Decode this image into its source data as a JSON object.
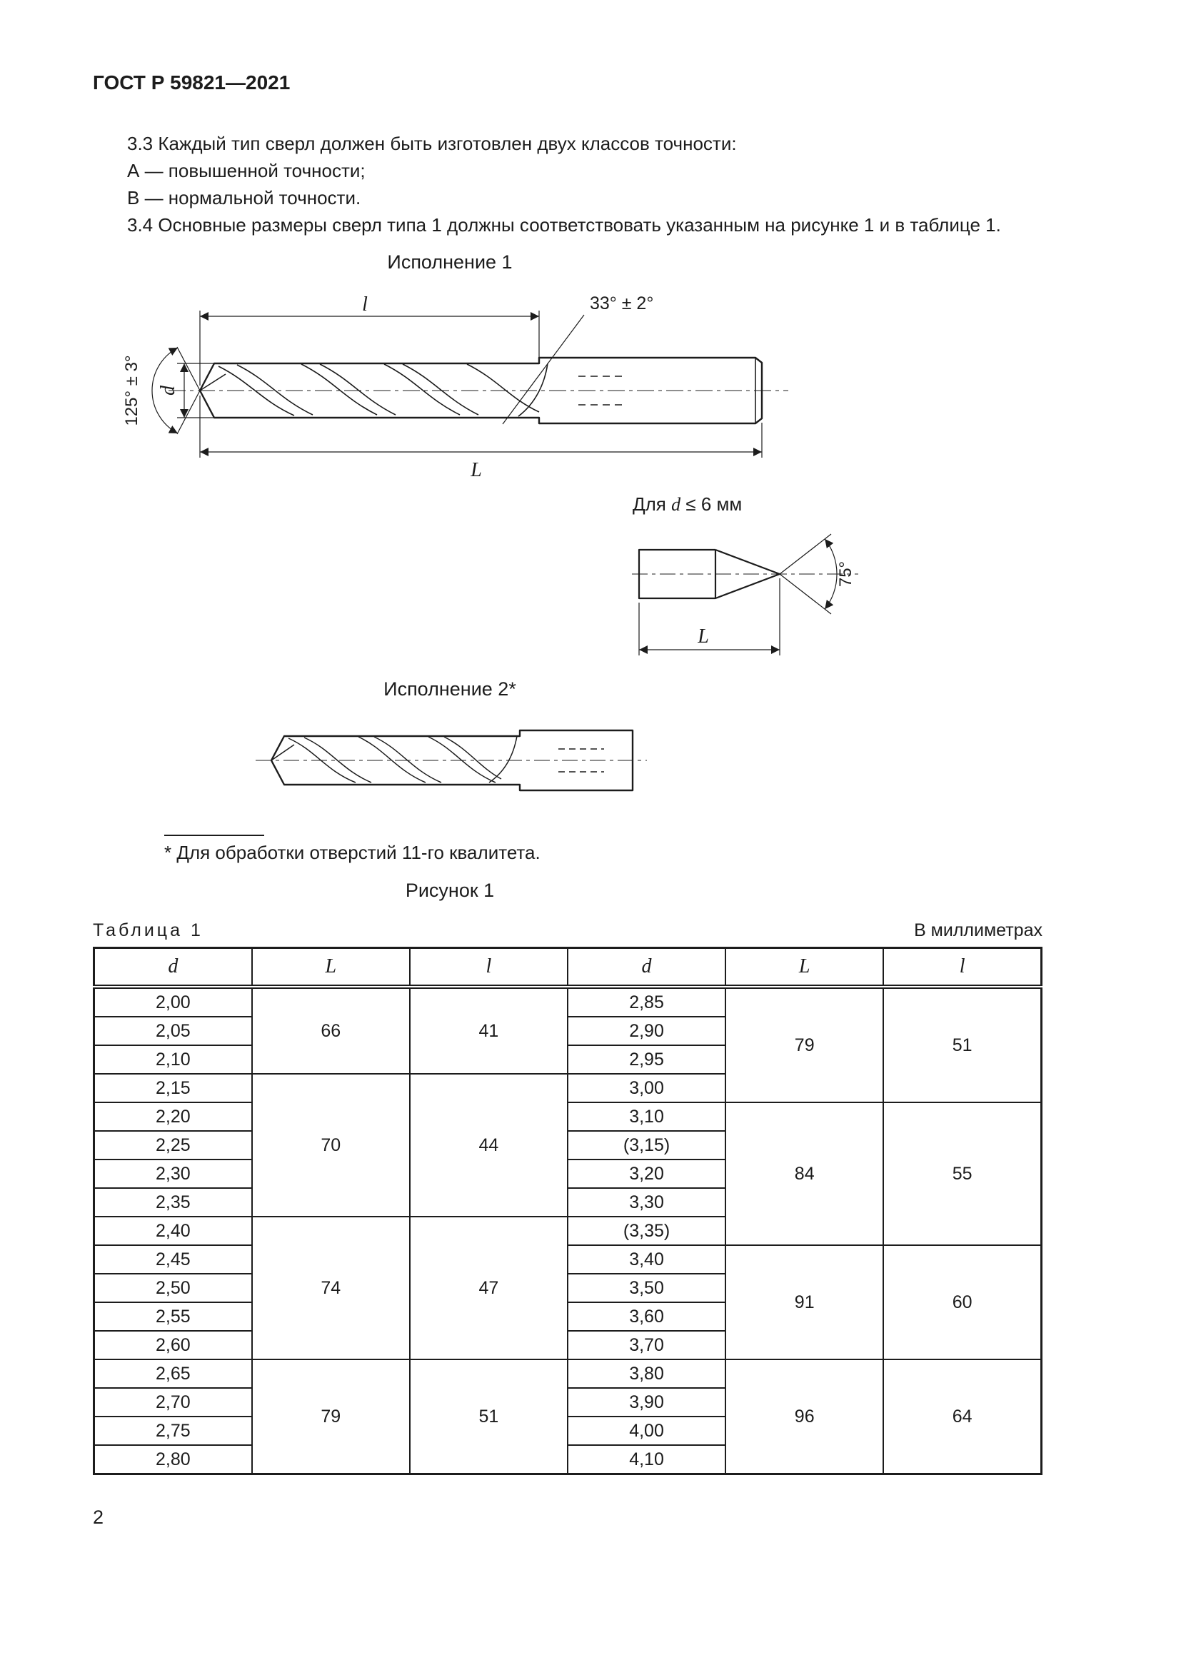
{
  "page": {
    "header": "ГОСТ Р 59821—2021",
    "number": "2"
  },
  "paragraphs": {
    "p33": "3.3 Каждый тип сверл должен быть изготовлен двух классов точности:",
    "itemA": "А — повышенной точности;",
    "itemB": "В — нормальной точности.",
    "p34": "3.4 Основные размеры сверл типа 1 должны соответствовать указанным на рисунке 1 и в таблице 1."
  },
  "figure": {
    "variant1_title": "Исполнение 1",
    "variant2_title": "Исполнение 2*",
    "caption": "Рисунок 1",
    "footnote": "* Для обработки отверстий 11-го квалитета.",
    "detail_note": {
      "prefix": "Для",
      "var": "d",
      "suffix": "≤ 6 мм"
    },
    "dims": {
      "angle_point": "125° ± 3°",
      "helix_angle": "33° ± 2°",
      "angle_detail": "75°",
      "d": "d",
      "l": "l",
      "L": "L"
    }
  },
  "table": {
    "title": "Таблица 1",
    "units": "В миллиметрах",
    "headers": [
      "d",
      "L",
      "l",
      "d",
      "L",
      "l"
    ],
    "rows": [
      [
        {
          "t": "2,00"
        },
        {
          "t": "66",
          "rs": 3
        },
        {
          "t": "41",
          "rs": 3
        },
        {
          "t": "2,85"
        },
        {
          "t": "79",
          "rs": 4
        },
        {
          "t": "51",
          "rs": 4
        }
      ],
      [
        {
          "t": "2,05"
        },
        {
          "t": "2,90"
        }
      ],
      [
        {
          "t": "2,10"
        },
        {
          "t": "2,95"
        }
      ],
      [
        {
          "t": "2,15"
        },
        {
          "t": "70",
          "rs": 5
        },
        {
          "t": "44",
          "rs": 5
        },
        {
          "t": "3,00"
        }
      ],
      [
        {
          "t": "2,20"
        },
        {
          "t": "3,10"
        },
        {
          "t": "84",
          "rs": 5
        },
        {
          "t": "55",
          "rs": 5
        }
      ],
      [
        {
          "t": "2,25"
        },
        {
          "t": "(3,15)"
        }
      ],
      [
        {
          "t": "2,30"
        },
        {
          "t": "3,20"
        }
      ],
      [
        {
          "t": "2,35"
        },
        {
          "t": "3,30"
        }
      ],
      [
        {
          "t": "2,40"
        },
        {
          "t": "74",
          "rs": 5
        },
        {
          "t": "47",
          "rs": 5
        },
        {
          "t": "(3,35)"
        }
      ],
      [
        {
          "t": "2,45"
        },
        {
          "t": "3,40"
        },
        {
          "t": "91",
          "rs": 4
        },
        {
          "t": "60",
          "rs": 4
        }
      ],
      [
        {
          "t": "2,50"
        },
        {
          "t": "3,50"
        }
      ],
      [
        {
          "t": "2,55"
        },
        {
          "t": "3,60"
        }
      ],
      [
        {
          "t": "2,60"
        },
        {
          "t": "3,70"
        }
      ],
      [
        {
          "t": "2,65"
        },
        {
          "t": "79",
          "rs": 4
        },
        {
          "t": "51",
          "rs": 4
        },
        {
          "t": "3,80"
        },
        {
          "t": "96",
          "rs": 4
        },
        {
          "t": "64",
          "rs": 4
        }
      ],
      [
        {
          "t": "2,70"
        },
        {
          "t": "3,90"
        }
      ],
      [
        {
          "t": "2,75"
        },
        {
          "t": "4,00"
        }
      ],
      [
        {
          "t": "2,80"
        },
        {
          "t": "4,10"
        }
      ]
    ]
  }
}
